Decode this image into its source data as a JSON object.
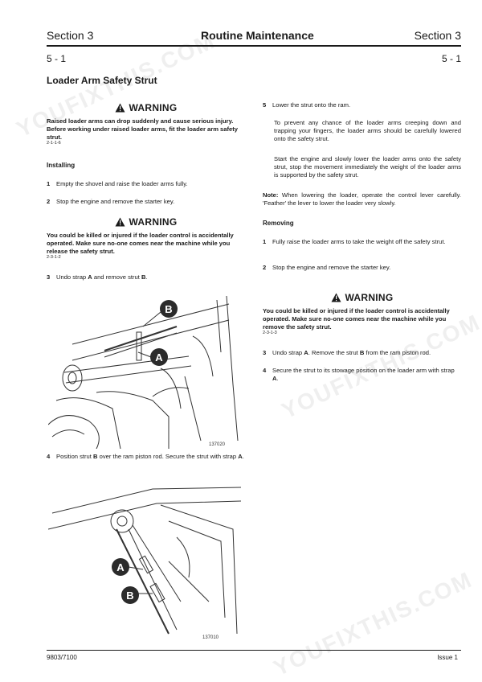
{
  "header": {
    "section_left": "Section 3",
    "title": "Routine Maintenance",
    "section_right": "Section 3",
    "page_left": "5 - 1",
    "page_right": "5 - 1"
  },
  "heading": "Loader Arm Safety Strut",
  "warning1": {
    "title": "WARNING",
    "body": "Raised loader arms can drop suddenly and cause serious injury. Before working under raised loader arms, fit the loader arm safety strut.",
    "code": "2-1-1-6"
  },
  "installing": {
    "heading": "Installing",
    "step1": "Empty the shovel and raise the loader arms fully.",
    "step2": "Stop the engine and remove the starter key."
  },
  "warning2": {
    "title": "WARNING",
    "body": "You could be killed or injured if the loader control is accidentally operated. Make sure no-one comes near the machine while you release the safety strut.",
    "code": "2-3-1-2"
  },
  "step3": {
    "pre": "Undo strap ",
    "a": "A",
    "mid": " and remove strut ",
    "b": "B",
    "post": "."
  },
  "fig1": {
    "label_b": "B",
    "label_a": "A",
    "number": "137020"
  },
  "step4": {
    "pre": "Position strut ",
    "b": "B",
    "mid": " over the ram piston rod. Secure the strut with strap ",
    "a": "A",
    "post": "."
  },
  "fig2": {
    "label_a": "A",
    "label_b": "B",
    "number": "137010"
  },
  "step5": {
    "text": "Lower the strut onto the ram.",
    "para1": "To prevent any chance of the loader arms creeping down and trapping your fingers, the loader arms should be carefully lowered onto the safety strut.",
    "para2": "Start the engine and slowly lower the loader arms onto the safety strut, stop the movement immediately the weight of the loader arms is supported by the safety strut."
  },
  "note": {
    "label": "Note:",
    "text": " When lowering the loader, operate the control lever carefully. 'Feather' the lever to lower the loader very slowly."
  },
  "removing": {
    "heading": "Removing",
    "step1": "Fully raise the loader arms to take the weight off the safety strut.",
    "step2": "Stop the engine and remove the starter key."
  },
  "warning3": {
    "title": "WARNING",
    "body": "You could be killed or injured if the loader control is accidentally operated. Make sure no-one comes near the machine while you remove the safety strut.",
    "code": "2-3-1-3"
  },
  "rstep3": {
    "pre": "Undo strap ",
    "a": "A",
    "mid": ". Remove the strut ",
    "b": "B",
    "post": " from the ram piston rod."
  },
  "rstep4": {
    "pre": "Secure the strut to its stowage position on the loader arm with strap ",
    "a": "A",
    "post": "."
  },
  "footer": {
    "left": "9803/7100",
    "right": "Issue 1"
  },
  "watermark": "YOUFIXTHIS.COM",
  "colors": {
    "text": "#1a1a1a",
    "label_fill": "#2b2b2b",
    "watermark": "#b4b4b4"
  }
}
